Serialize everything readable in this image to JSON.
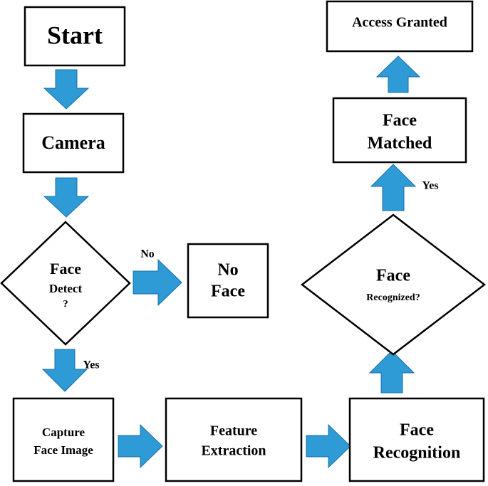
{
  "nodes": {
    "start": {
      "label": "Start"
    },
    "camera": {
      "label": "Camera"
    },
    "face_detect": {
      "line1": "Face",
      "line2": "Detect",
      "line3": "?"
    },
    "no_face": {
      "line1": "No",
      "line2": "Face"
    },
    "capture": {
      "line1": "Capture",
      "line2": "Face Image"
    },
    "feature": {
      "line1": "Feature",
      "line2": "Extraction"
    },
    "recognition": {
      "line1": "Face",
      "line2": "Recognition"
    },
    "recognized": {
      "line1": "Face",
      "line2": "Recognized?"
    },
    "matched": {
      "line1": "Face",
      "line2": "Matched"
    },
    "granted": {
      "label": "Access Granted"
    }
  },
  "edge_labels": {
    "detect_no": "No",
    "detect_yes": "Yes",
    "recognized_yes": "Yes"
  },
  "colors": {
    "arrow_fill": "#2e9ad6",
    "box_stroke": "#000000"
  }
}
